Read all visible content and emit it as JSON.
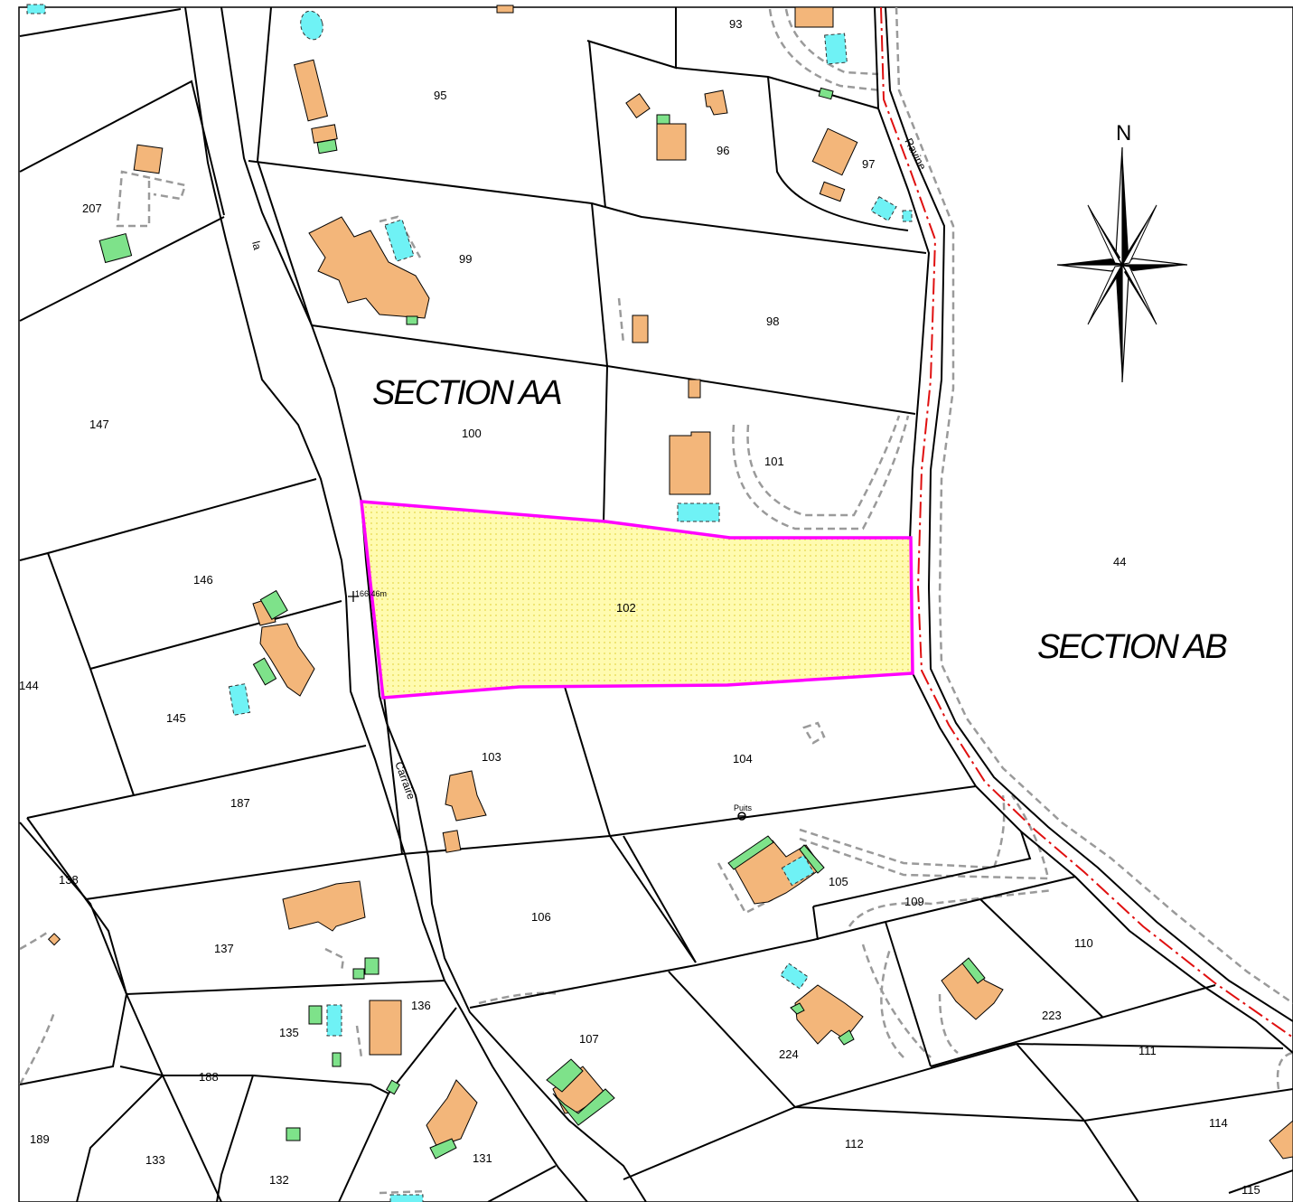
{
  "sections": {
    "aa": "SECTION AA",
    "ab": "SECTION AB"
  },
  "compass": {
    "north": "N"
  },
  "roads": {
    "la": "la",
    "carraire": "Carraire",
    "ravine": "Ravine"
  },
  "marks": {
    "elevation": "166.46m",
    "well": "Puits"
  },
  "highlight": {
    "parcel": "102",
    "outline_color": "#ff00ff",
    "fill_color": "#fffbb0"
  },
  "colors": {
    "building": "#f3b67a",
    "annex": "#7ee28a",
    "pool": "#6ff2f5"
  },
  "parcels": {
    "p93": "93",
    "p95": "95",
    "p96": "96",
    "p97": "97",
    "p98": "98",
    "p99": "99",
    "p100": "100",
    "p101": "101",
    "p102": "102",
    "p103": "103",
    "p104": "104",
    "p105": "105",
    "p106": "106",
    "p107": "107",
    "p109": "109",
    "p110": "110",
    "p111": "111",
    "p112": "112",
    "p114": "114",
    "p115": "115",
    "p131": "131",
    "p132": "132",
    "p133": "133",
    "p135": "135",
    "p136": "136",
    "p137": "137",
    "p138": "138",
    "p144": "144",
    "p145": "145",
    "p146": "146",
    "p147": "147",
    "p187": "187",
    "p188": "188",
    "p189": "189",
    "p207": "207",
    "p223": "223",
    "p224": "224",
    "p44": "44"
  }
}
